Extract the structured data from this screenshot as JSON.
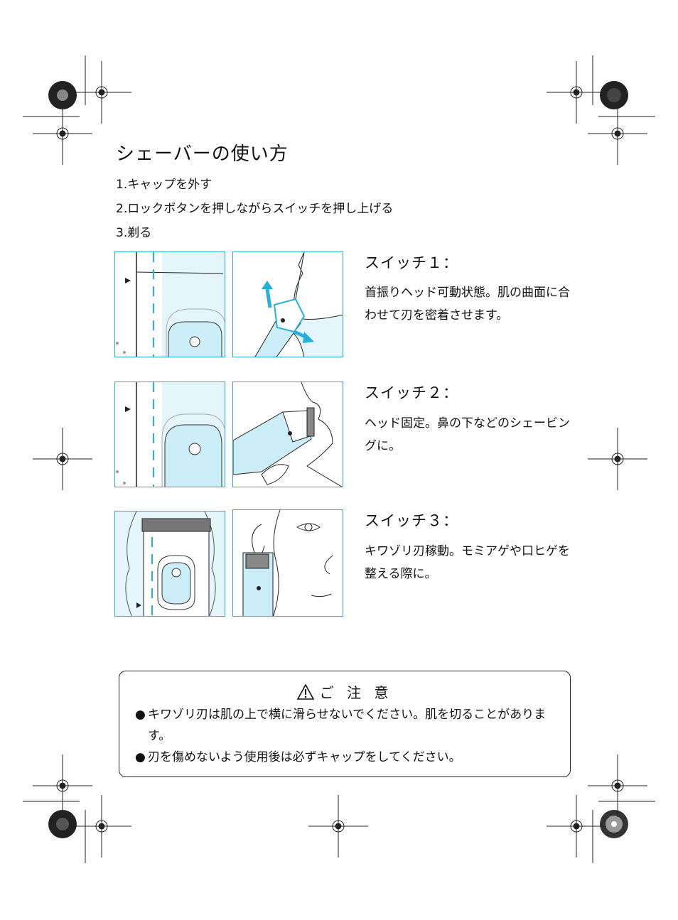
{
  "page": {
    "title": "シェーバーの使い方",
    "steps": [
      "1.キャップを外す",
      "2.ロックボタンを押しながらスイッチを押し上げる",
      "3.剃る"
    ]
  },
  "switches": [
    {
      "title": "スイッチ１：",
      "description": "首振りヘッド可動状態。肌の曲面に合わせて刃を密着させます。"
    },
    {
      "title": "スイッチ２：",
      "description": "ヘッド固定。鼻の下などのシェービングに。"
    },
    {
      "title": "スイッチ３：",
      "description": "キワゾリ刃稼動。モミアゲや口ヒゲを整える際に。"
    }
  ],
  "caution": {
    "heading": "ご 注 意",
    "bullet": "●",
    "items": [
      "キワゾリ刃は肌の上で横に滑らせないでください。肌を切ることがあります。",
      "刃を傷めないよう使用後は必ずキャップをしてください。"
    ]
  },
  "colors": {
    "accent": "#2ab0d8",
    "panel_tint": "#e4f5fb",
    "text": "#111111"
  }
}
